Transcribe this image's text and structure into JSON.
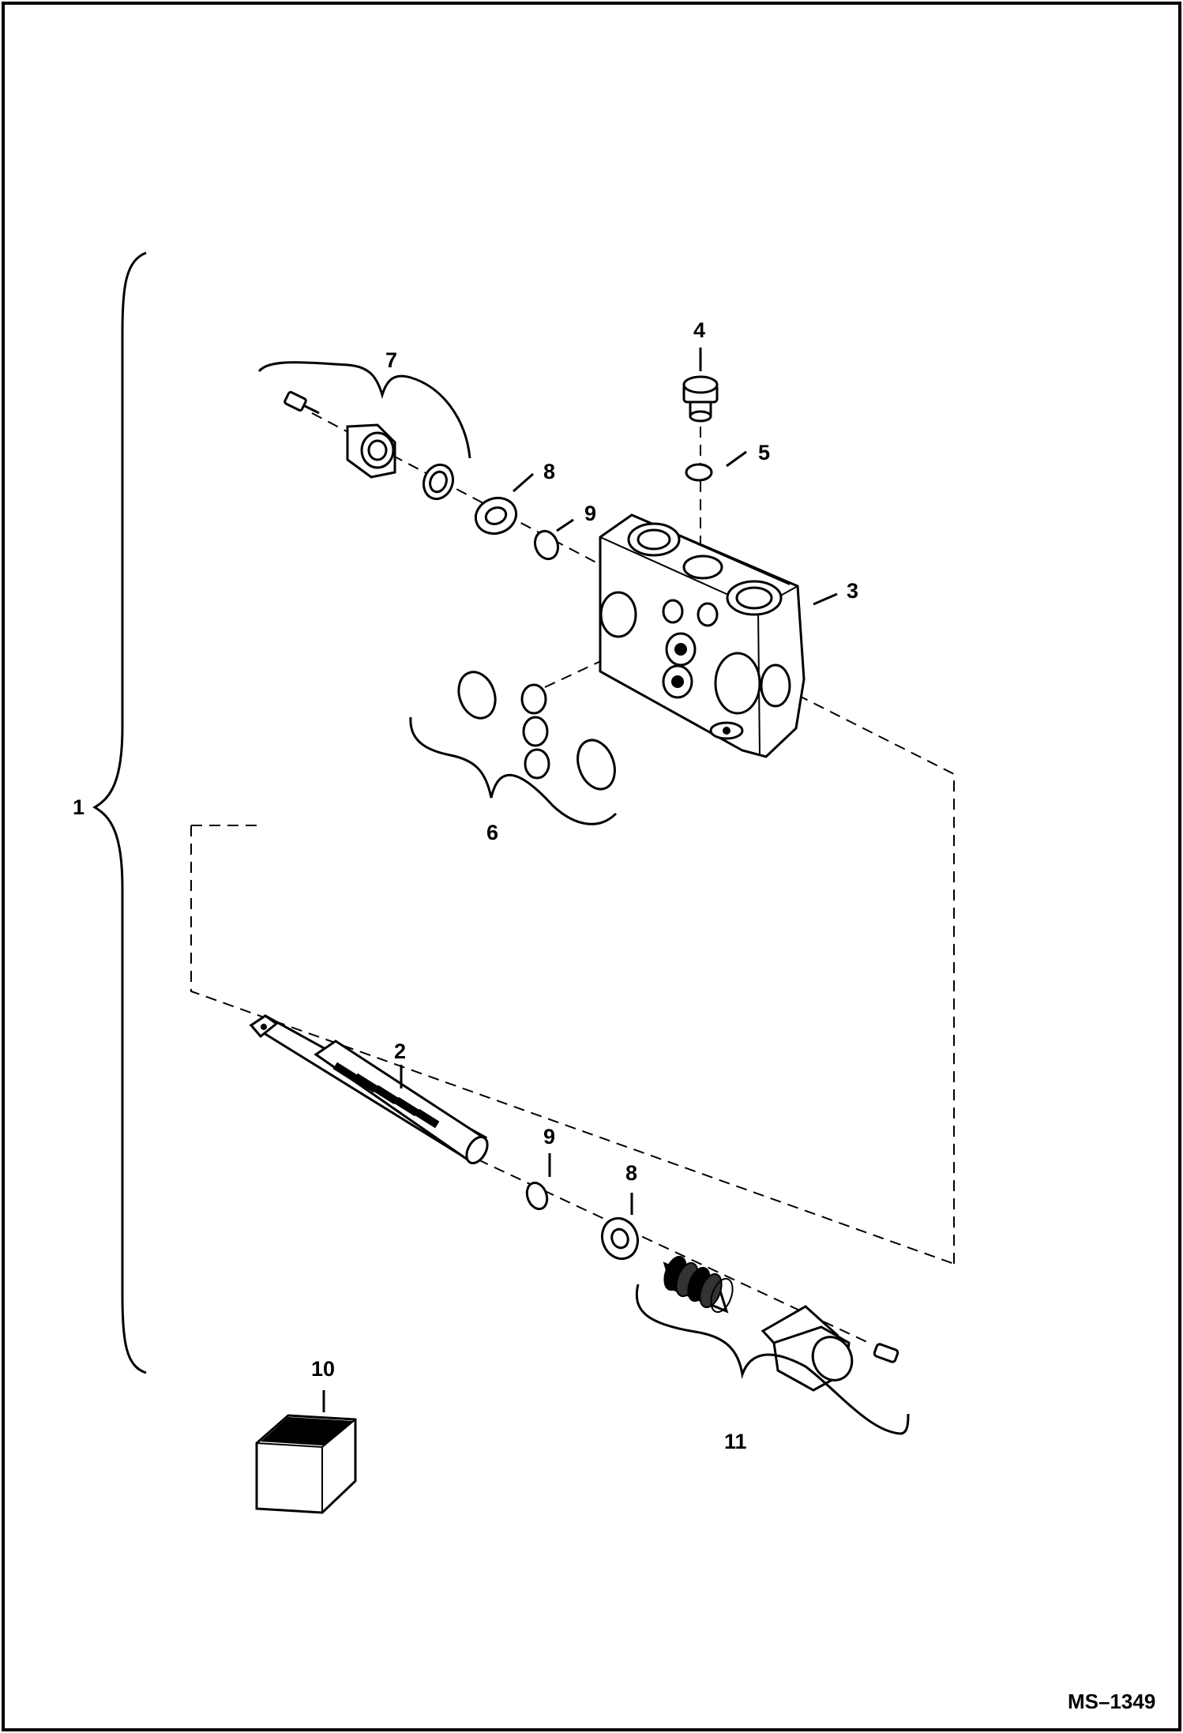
{
  "diagram": {
    "reference_code": "MS–1349",
    "callouts": [
      {
        "id": "1",
        "label": "1"
      },
      {
        "id": "2",
        "label": "2"
      },
      {
        "id": "3",
        "label": "3"
      },
      {
        "id": "4",
        "label": "4"
      },
      {
        "id": "5",
        "label": "5"
      },
      {
        "id": "6",
        "label": "6"
      },
      {
        "id": "7",
        "label": "7"
      },
      {
        "id": "8a",
        "label": "8"
      },
      {
        "id": "8b",
        "label": "8"
      },
      {
        "id": "9a",
        "label": "9"
      },
      {
        "id": "9b",
        "label": "9"
      },
      {
        "id": "10",
        "label": "10"
      },
      {
        "id": "11",
        "label": "11"
      }
    ]
  }
}
